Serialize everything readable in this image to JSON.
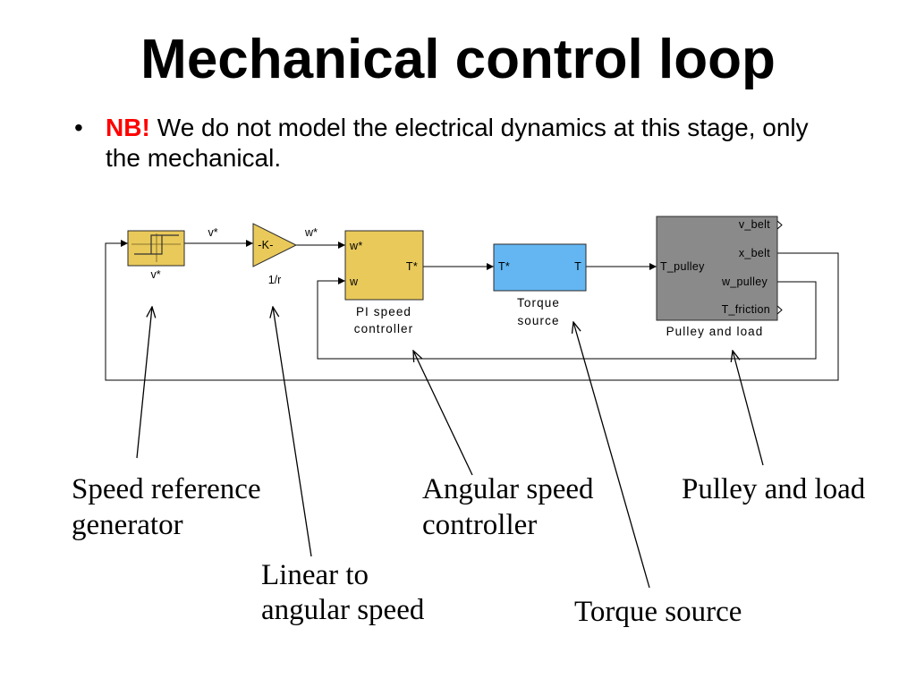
{
  "slide": {
    "title": "Mechanical control loop",
    "bullet": {
      "marker": "•",
      "emphasis": "NB!",
      "line1": "We do not model the electrical dynamics at this stage, only",
      "line2": "the mechanical."
    }
  },
  "diagram": {
    "speed_reference_block": {
      "label": "v*"
    },
    "gain_block": {
      "text": "-K-",
      "label": "1/r"
    },
    "pi_block": {
      "input_setpoint": "w*",
      "input_feedback": "w",
      "output": "T*",
      "label": [
        "PI speed",
        "controller"
      ]
    },
    "torque_block": {
      "input": "T*",
      "output": "T",
      "label": [
        "Torque",
        "source"
      ]
    },
    "pulley_block": {
      "input": "T_pulley",
      "outputs": [
        "v_belt",
        "x_belt",
        "w_pulley",
        "T_friction"
      ],
      "label": "Pulley and load"
    },
    "signal_labels": {
      "speed_ref": "v*",
      "angular_ref": "w*"
    }
  },
  "annotations": {
    "speed_reference": [
      "Speed reference",
      "generator"
    ],
    "linear_to_angular": [
      "Linear to",
      "angular speed"
    ],
    "angular_speed_controller": [
      "Angular speed",
      "controller"
    ],
    "torque_source": "Torque source",
    "pulley_and_load": "Pulley and load"
  },
  "colors": {
    "emphasis": "#ff0000",
    "block_yellow": "#e9c95a",
    "block_blue": "#63b6f1",
    "block_gray": "#8a8a8a"
  }
}
